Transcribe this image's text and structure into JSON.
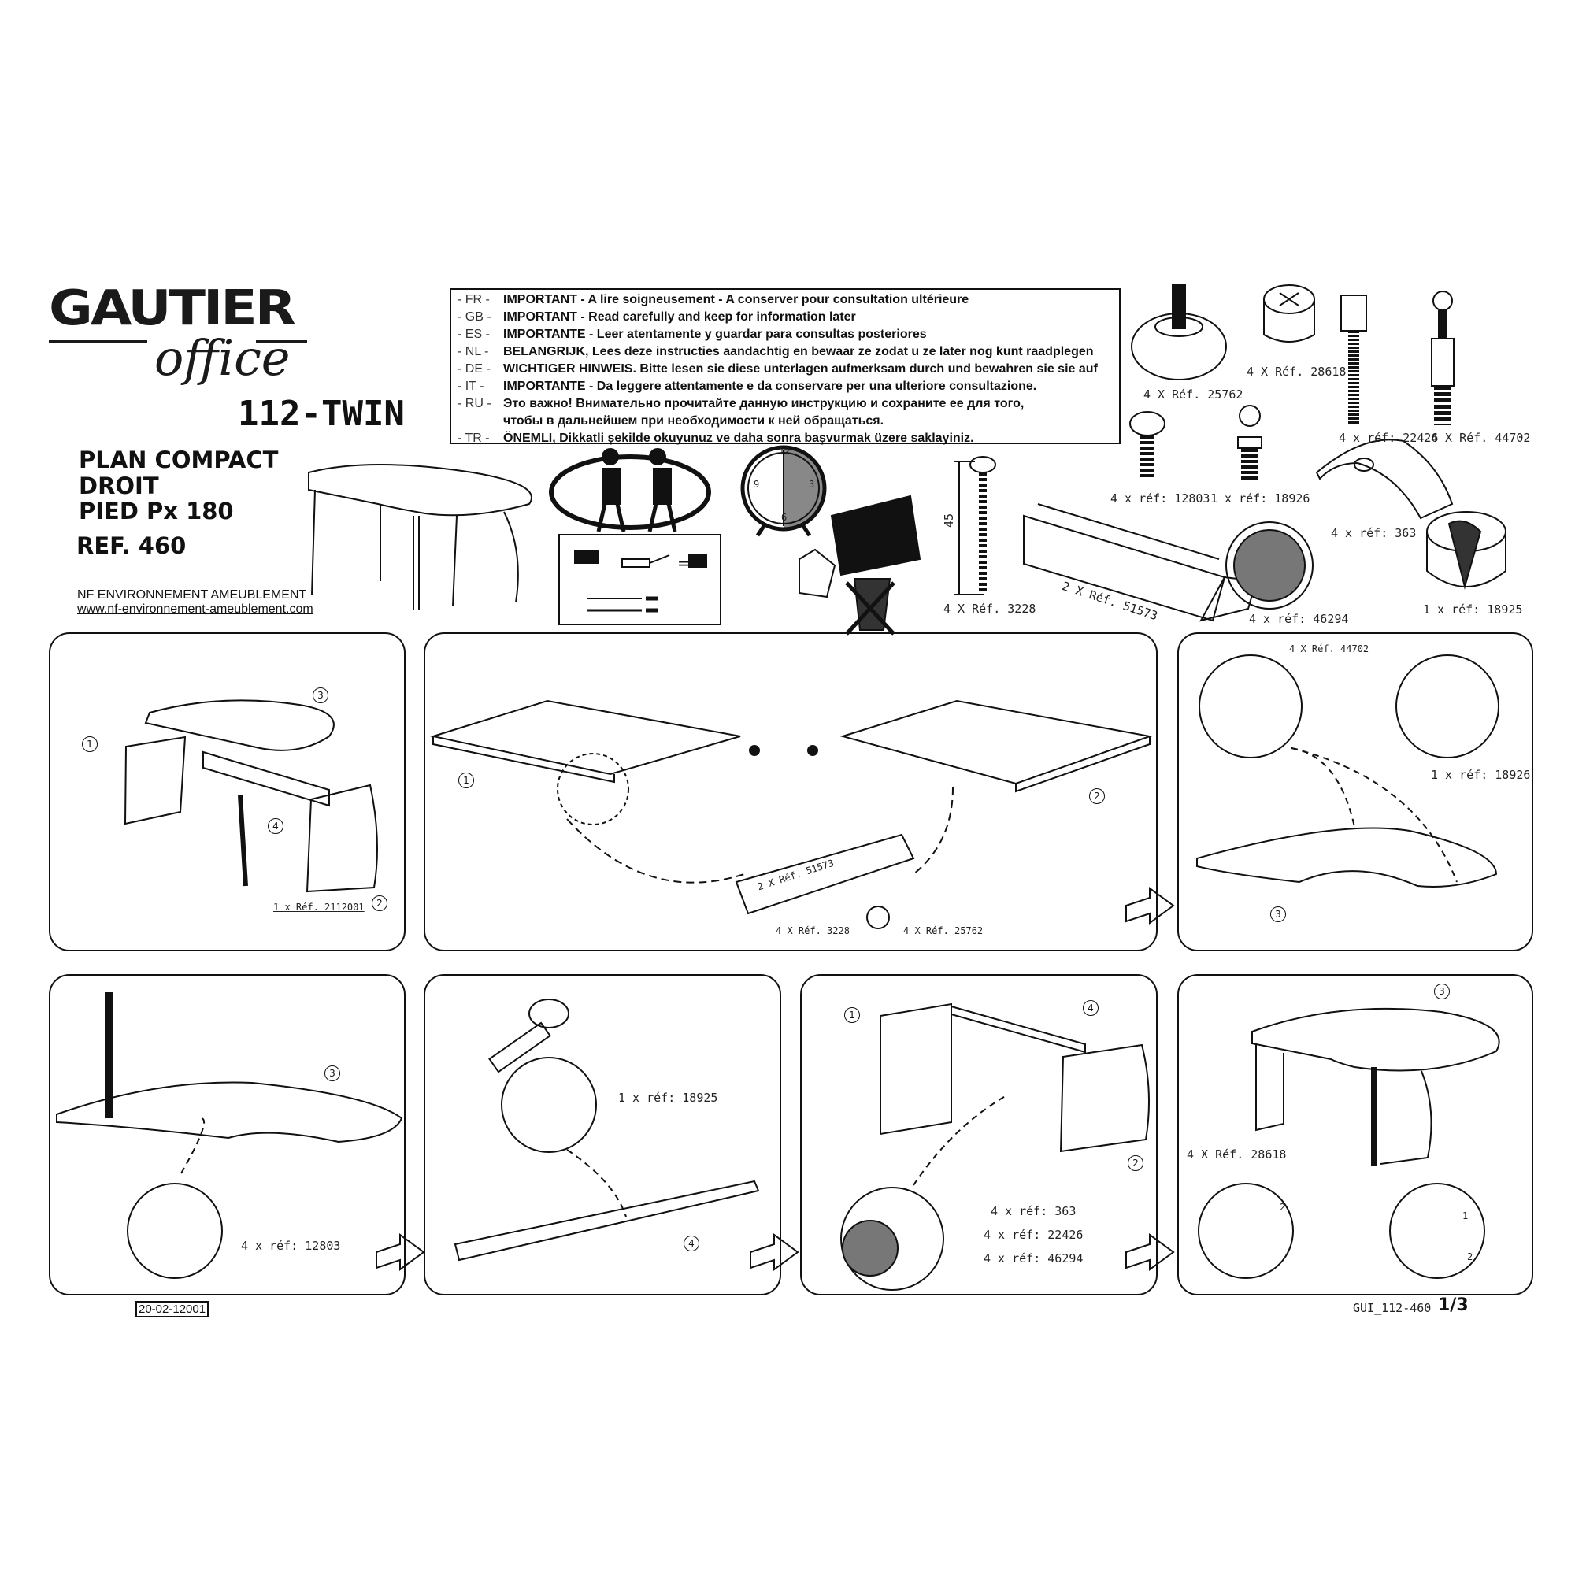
{
  "brand": {
    "name": "GAUTIER",
    "sub": "office"
  },
  "model": "112-TWIN",
  "product": {
    "line1": "PLAN COMPACT",
    "line2": "DROIT",
    "line3": "PIED Px 180",
    "ref": "REF. 460"
  },
  "certification": {
    "label": "NF ENVIRONNEMENT AMEUBLEMENT",
    "url": "www.nf-environnement-ameublement.com"
  },
  "notice": [
    {
      "code": "- FR -",
      "text": "IMPORTANT - A lire soigneusement - A conserver pour consultation ultérieure"
    },
    {
      "code": "- GB -",
      "text": "IMPORTANT - Read carefully and keep for information later"
    },
    {
      "code": "- ES -",
      "text": "IMPORTANTE - Leer atentamente y guardar para consultas posteriores"
    },
    {
      "code": "- NL -",
      "text": "BELANGRIJK, Lees deze instructies aandachtig en bewaar ze zodat u ze later nog kunt raadplegen"
    },
    {
      "code": "- DE -",
      "text": "WICHTIGER HINWEIS. Bitte lesen sie diese unterlagen aufmerksam durch und bewahren sie sie auf"
    },
    {
      "code": "-  IT  -",
      "text": "IMPORTANTE - Da leggere attentamente e da conservare per una ulteriore consultazione."
    },
    {
      "code": "- RU -",
      "text": "Это важно! Внимательно прочитайте данную инструкцию и сохраните ее для того,"
    },
    {
      "code": "",
      "text": "чтобы в дальнейшем при необходимости к ней обращаться."
    },
    {
      "code": "- TR -",
      "text": "ÖNEMLI, Dikkatli şekilde okuyunuz ve daha sonra başvurmak üzere saklayiniz."
    }
  ],
  "clock": {
    "n12": "12",
    "n3": "3",
    "n6": "6",
    "n9": "9"
  },
  "hardware": {
    "h25762": "4 X Réf. 25762",
    "h28618": "4 X Réf. 28618",
    "h22426": "4 x réf: 22426",
    "h44702": "4 X Réf. 44702",
    "h12803": "4 x réf: 12803",
    "h18926": "1 x réf: 18926",
    "h363": "4 x réf: 363",
    "h18925": "1 x réf: 18925",
    "h46294": "4 x réf: 46294",
    "h51573": "2 X Réf. 51573",
    "h3228": "4 X Réf. 3228",
    "dim45": "45"
  },
  "steps": {
    "s1": {
      "ref": "1 x Réf. 2112001",
      "n1": "1",
      "n2": "2",
      "n3": "3",
      "n4": "4"
    },
    "s2": {
      "ref51573": "2 X Réf. 51573",
      "ref3228": "4 X Réf. 3228",
      "ref25762": "4 X Réf. 25762",
      "n1": "1",
      "n2": "2"
    },
    "s3": {
      "ref44702": "4 X Réf. 44702",
      "ref18926": "1 x réf: 18926",
      "n3": "3"
    },
    "s4": {
      "ref12803": "4 x réf: 12803",
      "n3": "3"
    },
    "s5": {
      "ref18925": "1 x réf: 18925",
      "n4": "4"
    },
    "s6": {
      "ref363": "4 x réf: 363",
      "ref22426": "4 x réf: 22426",
      "ref46294": "4 x réf: 46294",
      "n1": "1",
      "n2": "2",
      "n4": "4"
    },
    "s7": {
      "ref28618": "4 X Réf. 28618",
      "n3": "3",
      "a1": "1",
      "a2": "2",
      "b2": "2"
    }
  },
  "footer": {
    "date": "20-02-12001",
    "doc": "GUI_112-460",
    "page": "1/3"
  }
}
